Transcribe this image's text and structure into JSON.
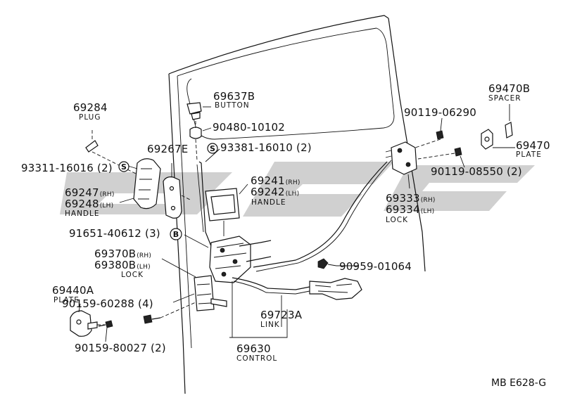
{
  "diagram_ref": "MB E628-G",
  "circle_s": "S",
  "circle_b": "B",
  "parts": {
    "p69284": {
      "number": "69284",
      "name": "PLUG"
    },
    "p69637b": {
      "number": "69637B",
      "name": "BUTTON"
    },
    "p90480": {
      "number": "90480-10102"
    },
    "p93381": {
      "number": "93381-16010 (2)"
    },
    "p69267e": {
      "number": "69267E"
    },
    "p93311": {
      "number": "93311-16016 (2)"
    },
    "p69241": {
      "number": "69241",
      "suffix": "(RH)"
    },
    "p69242": {
      "number": "69242",
      "suffix": "(LH)",
      "name": "HANDLE"
    },
    "p69247": {
      "number": "69247",
      "suffix": "(RH)"
    },
    "p69248": {
      "number": "69248",
      "suffix": "(LH)",
      "name": "HANDLE"
    },
    "p91651": {
      "number": "91651-40612 (3)"
    },
    "p69370b": {
      "number": "69370B",
      "suffix": "(RH)"
    },
    "p69380b": {
      "number": "69380B",
      "suffix": "(LH)",
      "name": "LOCK"
    },
    "p69440a": {
      "number": "69440A",
      "name": "PLATE"
    },
    "p90159_60288": {
      "number": "90159-60288 (4)"
    },
    "p90159_80027": {
      "number": "90159-80027 (2)"
    },
    "p69723a": {
      "number": "69723A",
      "name": "LINK"
    },
    "p69630": {
      "number": "69630",
      "name": "CONTROL"
    },
    "p90959": {
      "number": "90959-01064"
    },
    "p69470b": {
      "number": "69470B",
      "name": "SPACER"
    },
    "p90119_06290": {
      "number": "90119-06290"
    },
    "p69470": {
      "number": "69470",
      "name": "PLATE"
    },
    "p90119_08550": {
      "number": "90119-08550 (2)"
    },
    "p69333": {
      "number": "69333",
      "suffix": "(RH)"
    },
    "p69334": {
      "number": "69334",
      "suffix": "(LH)",
      "name": "LOCK"
    }
  }
}
